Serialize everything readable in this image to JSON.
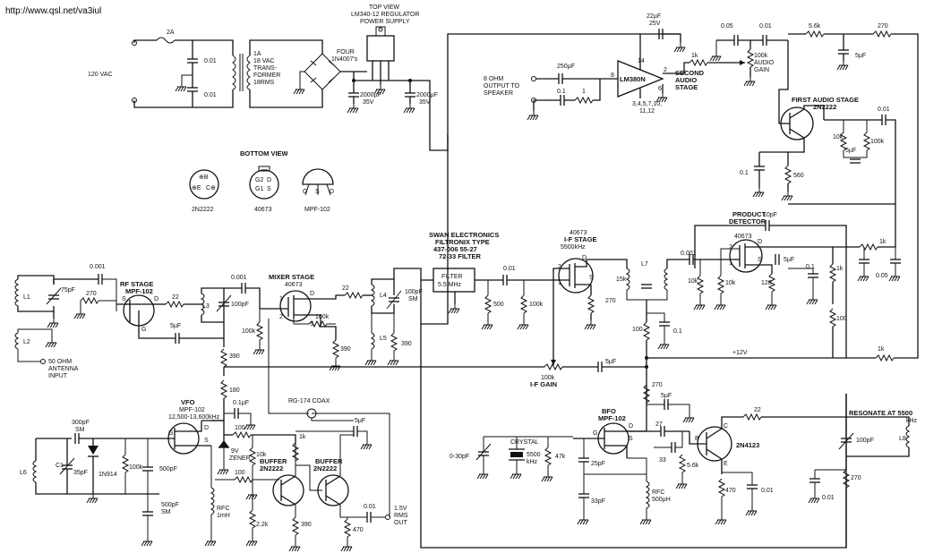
{
  "source_url": "http://www.qsl.net/va3iul",
  "power_supply": {
    "fuse": "2A",
    "mains": "120 VAC",
    "cap_a": "0.01",
    "cap_b": "0.01",
    "transformer": [
      "1A",
      "18 VAC",
      "TRANS-",
      "FORMER",
      "18RMS"
    ],
    "diodes": [
      "FOUR",
      "1N4007's"
    ],
    "regulator": [
      "TOP VIEW",
      "LM340-12 REGULATOR",
      "POWER SUPPLY"
    ],
    "filter_cap_1": [
      "2000µF",
      "35V"
    ],
    "filter_cap_2": [
      "2000µF",
      "35V"
    ]
  },
  "bottom_view": {
    "title": "BOTTOM VIEW",
    "part_1": "2N2222",
    "part_2": "40673",
    "part_3": "MPF-102",
    "pins_1": [
      "⊕B",
      "⊕E",
      "C⊕"
    ],
    "pins_2": [
      "G2",
      "D",
      "G1",
      "S"
    ],
    "pins_3": [
      "G",
      "S",
      "D"
    ]
  },
  "audio": {
    "speaker": [
      "8 OHM",
      "OUTPUT TO",
      "SPEAKER"
    ],
    "cap_250": "250µF",
    "cap_01": "0.1",
    "res_1": "1",
    "ic": "LM380N",
    "pin_8": "8",
    "pin_14": "14",
    "pin_2": "2",
    "pin_6": "6",
    "pin_gnd": [
      "3,4,5,7,10,",
      "11,12"
    ],
    "cap_22": [
      "22µF",
      "25V"
    ],
    "res_1k": "1k",
    "second_stage": [
      "SECOND",
      "AUDIO",
      "STAGE"
    ],
    "cap_005": "0.05",
    "cap_001a": "0.01",
    "gain_pot": [
      "100k",
      "AUDIO",
      "GAIN"
    ],
    "res_56k": "5.6k",
    "res_270": "270",
    "cap_5": "5µF",
    "first_stage": [
      "FIRST AUDIO STAGE",
      "2N2222"
    ],
    "cap_001b": "0.01",
    "res_10k": "10k",
    "res_100k": "100k",
    "cap_5b": "5µF",
    "cap_01b": "0.1",
    "res_560": "560"
  },
  "filter": {
    "title": [
      "SWAN ELECTRONICS",
      "FILTRONIX TYPE",
      "437-006 55-27",
      "72-33 FILTER"
    ],
    "box": [
      "FILTER",
      "5.5 MHz"
    ],
    "cap_001": "0.01",
    "res_500": "500",
    "res_100k": "100k"
  },
  "if_stage": {
    "title": [
      "40673",
      "I-F STAGE",
      "5500kHz"
    ],
    "pin_d": "D",
    "pin_s": "S",
    "pin_g2": "2",
    "pin_g1": "1",
    "res_270": "270",
    "l7": "L7",
    "res_15k": "15k",
    "res_100": "100",
    "cap_01": "0.1",
    "gain": [
      "100k",
      "I-F GAIN"
    ],
    "cap_5": "5µF",
    "plus12": "+12V",
    "res_1k": "1k"
  },
  "product_detector": {
    "title": [
      "PRODUCT",
      "DETECTOR"
    ],
    "part": "40673",
    "cap_10": "10pF",
    "cap_0001": "0.001",
    "res_10k_a": "10k",
    "res_10k_b": "10k",
    "cap_5": "5µF",
    "res_120": "120",
    "cap_01": "0.1",
    "res_1k": "1k",
    "res_1k_b": "1k",
    "cap_005": "0.05",
    "res_100": "100",
    "pin_2": "2",
    "pin_1": "1",
    "pin_s": "S",
    "pin_d": "D"
  },
  "rf": {
    "l1": "L1",
    "cap_75": "75pF",
    "cap_0001": "0.001",
    "res_270": "270",
    "title": [
      "RF STAGE",
      "MPF-102"
    ],
    "pin_s": "S",
    "pin_d": "D",
    "pin_g": "G",
    "res_22": "22",
    "l3": "L3",
    "cap_5": "5µF",
    "cap_100": "100pF",
    "l2": "L2",
    "antenna": [
      "50 OHM",
      "ANTENNA",
      "INPUT"
    ]
  },
  "mixer": {
    "cap_0001": "0.001",
    "title": [
      "MIXER STAGE",
      "40673"
    ],
    "res_22": "22",
    "l4": "L4",
    "cap_100": [
      "100pF",
      "SM"
    ],
    "res_100k": "100k",
    "res_100k_b": "100k",
    "res_390": "390",
    "res_390_b": "390",
    "l5": "L5",
    "res_390_c": "390",
    "res_180": "180",
    "pin_1": "1",
    "pin_2": "2",
    "pin_d": "D",
    "pin_s": "S"
  },
  "vfo": {
    "title": [
      "VFO",
      "MPF-102",
      "12,500-13,600kHz"
    ],
    "cap_300": [
      "300pF",
      "SM"
    ],
    "l6": "L6",
    "cap_c1": "C1",
    "cap_35": "35pF",
    "diode": "1N914",
    "res_100k": "100k",
    "cap_500": "500pF",
    "cap_500_b": [
      "500pF",
      "SM"
    ],
    "rfc": [
      "RFC",
      "1mH"
    ],
    "res_100": "100",
    "res_100_b": "100",
    "zener": [
      "9V",
      "ZENER"
    ],
    "res_10k": "10k",
    "cap_01": "0.1µF",
    "coax": "RG-174 COAX",
    "buffer_1": [
      "BUFFER",
      "2N2222"
    ],
    "buffer_2": [
      "BUFFER",
      "2N2222"
    ],
    "res_22k": "2.2k",
    "res_390": "390",
    "res_1k": "1k",
    "res_470": "470",
    "cap_5": "5µF",
    "cap_001": "0.01",
    "out": [
      "1.5V",
      "RMS",
      "OUT"
    ],
    "pin_g": "G",
    "pin_d": "D",
    "pin_s": "S"
  },
  "bfo": {
    "trimmer": "0-30pF",
    "crystal": [
      "CRYSTAL",
      "5500",
      "kHz"
    ],
    "res_47k": "47k",
    "title": [
      "BFO",
      "MPF-102"
    ],
    "cap_25": "25pF",
    "cap_33": "33pF",
    "rfc": [
      "RFC",
      "500µH"
    ],
    "cap_27": "27",
    "res_33": "33",
    "res_56k": "5.6k",
    "res_270": "270",
    "cap_5": "5µF",
    "transistor": "2N4123",
    "res_470": "470",
    "cap_001": "0.01",
    "res_22": "22",
    "resonate": [
      "RESONATE AT 5500",
      "kHz"
    ],
    "cap_100": "100pF",
    "l8": "L8",
    "cap_001_b": "0.01",
    "res_270_b": "270",
    "pin_g": "G",
    "pin_s": "S",
    "pin_d": "D",
    "pin_b": "B",
    "pin_c": "C",
    "pin_e": "E"
  }
}
